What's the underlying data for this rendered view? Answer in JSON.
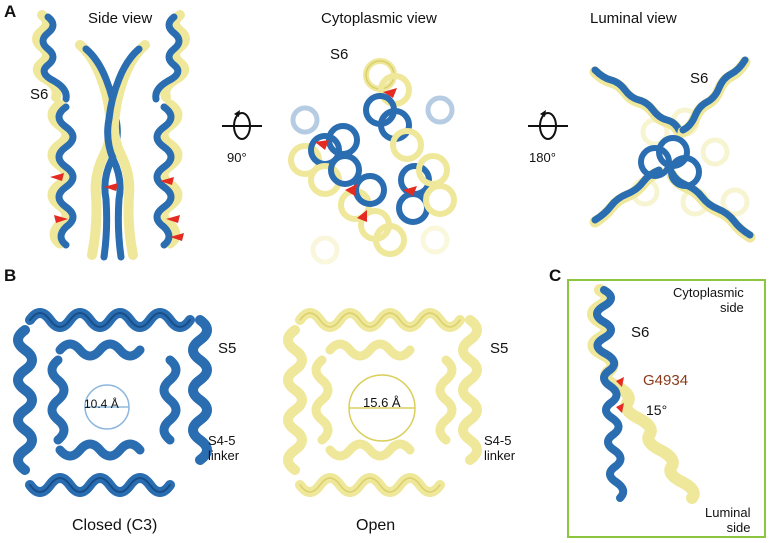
{
  "panel_a": {
    "letter": "A",
    "titles": {
      "side": "Side view",
      "cyto": "Cytoplasmic view",
      "luminal": "Luminal view"
    },
    "s6_side": "S6",
    "s6_cyto": "S6",
    "s6_luminal": "S6",
    "rot1": "90°",
    "rot2": "180°"
  },
  "panel_b": {
    "letter": "B",
    "closed": {
      "caption": "Closed (C3)",
      "diameter": "10.4 Å",
      "s5": "S5",
      "s45a": "S4-5",
      "s45b": "linker"
    },
    "open": {
      "caption": "Open",
      "diameter": "15.6 Å",
      "s5": "S5",
      "s45a": "S4-5",
      "s45b": "linker"
    }
  },
  "panel_c": {
    "letter": "C",
    "cyto_a": "Cytoplasmic",
    "cyto_b": "side",
    "s6": "S6",
    "residue": "G4934",
    "angle": "15°",
    "lum_a": "Luminal",
    "lum_b": "side",
    "colors": {
      "residue": "#8b3a1a",
      "box": "#8cc63f",
      "closed": "#2a6db0",
      "open": "#efe79a"
    }
  }
}
